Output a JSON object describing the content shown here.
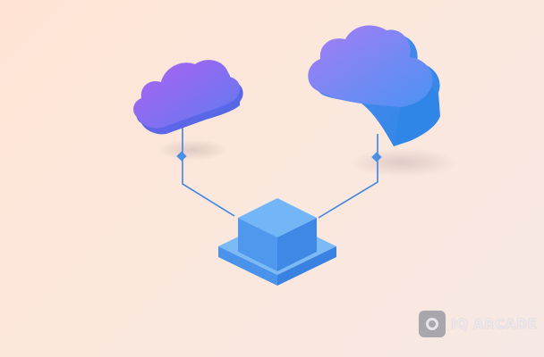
{
  "watermark": {
    "text": "IQ ARCADE",
    "icon": "iq-arcade-logo-icon"
  },
  "colors": {
    "background_start": "#ffe4d4",
    "background_end": "#f6e8e4",
    "cloud_left_start": "#a65ff0",
    "cloud_left_end": "#5a7ff0",
    "cloud_right_start": "#9a78f5",
    "cloud_right_end": "#3b9af0",
    "server_top": "#6fb6f7",
    "server_side": "#3f8ae8",
    "connector_line": "#3d86e0"
  },
  "diagram": {
    "nodes": [
      {
        "id": "cloud-left",
        "type": "cloud"
      },
      {
        "id": "cloud-right",
        "type": "cloud"
      },
      {
        "id": "server",
        "type": "server-box"
      }
    ],
    "edges": [
      {
        "from": "server",
        "to": "cloud-left"
      },
      {
        "from": "server",
        "to": "cloud-right"
      }
    ]
  }
}
